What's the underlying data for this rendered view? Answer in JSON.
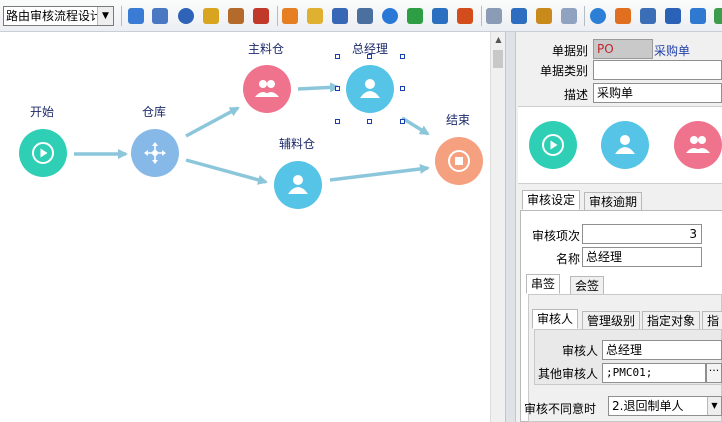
{
  "toolbar": {
    "flow_select_value": "路由审核流程设计",
    "icons": [
      {
        "name": "node-icon",
        "color": "#3a7bd5"
      },
      {
        "name": "cut-icon",
        "color": "#4a78c2"
      },
      {
        "name": "phone-icon",
        "color": "#2e63b8"
      },
      {
        "name": "lock-icon",
        "color": "#d9a520"
      },
      {
        "name": "briefcase-icon",
        "color": "#b36a2a"
      },
      {
        "name": "hat-icon",
        "color": "#c0392b"
      },
      {
        "name": "users-icon",
        "color": "#e67e22"
      },
      {
        "name": "mail-icon",
        "color": "#e0b030"
      },
      {
        "name": "book-icon",
        "color": "#3867b5"
      },
      {
        "name": "key-icon",
        "color": "#4b6f9e"
      },
      {
        "name": "help-icon",
        "color": "#2a78d6"
      },
      {
        "name": "dollar-icon",
        "color": "#2e9e44"
      },
      {
        "name": "cart-icon",
        "color": "#2a6fc0"
      },
      {
        "name": "money-icon",
        "color": "#d24d1b"
      },
      {
        "name": "copy-icon",
        "color": "#8a9bb6"
      },
      {
        "name": "calculator-icon",
        "color": "#2e6ec0"
      },
      {
        "name": "drawer-icon",
        "color": "#c98a1c"
      },
      {
        "name": "documents-icon",
        "color": "#8fa3c0"
      },
      {
        "name": "check-icon",
        "color": "#2d7fd6"
      },
      {
        "name": "bell-icon",
        "color": "#e07020"
      },
      {
        "name": "search-doc-icon",
        "color": "#3a6fb8"
      },
      {
        "name": "tree-icon",
        "color": "#2a62b8"
      },
      {
        "name": "monitor-icon",
        "color": "#2f7ad0"
      },
      {
        "name": "globe-icon",
        "color": "#3b9c4c"
      }
    ]
  },
  "flow": {
    "nodes": {
      "start": {
        "label": "开始",
        "color": "#2fcfb6",
        "icon": "play-icon"
      },
      "warehouse": {
        "label": "仓库",
        "color": "#86b9e8",
        "icon": "route-icon"
      },
      "main_warehouse": {
        "label": "主料仓",
        "color": "#f0738e",
        "icon": "group-icon"
      },
      "aux_warehouse": {
        "label": "辅料仓",
        "color": "#56c4e6",
        "icon": "user-icon"
      },
      "general_manager": {
        "label": "总经理",
        "color": "#56c4e6",
        "icon": "user-icon"
      },
      "end": {
        "label": "结束",
        "color": "#f5a07f",
        "icon": "stop-icon"
      }
    },
    "arrow_color": "#8cc6da"
  },
  "panel": {
    "doc_type_label": "单据别",
    "doc_type_code": "PO",
    "doc_type_name": "采购单",
    "doc_category_label": "单据类别",
    "doc_category_value": "",
    "description_label": "描述",
    "description_value": "采购单",
    "tabs_top": [
      "审核设定",
      "审核逾期"
    ],
    "audit_seq_label": "审核项次",
    "audit_seq_value": "3",
    "name_label": "名称",
    "name_value": "总经理",
    "tabs_mode": [
      "串签",
      "会签"
    ],
    "tabs_inner": [
      "审核人",
      "管理级别",
      "指定对象",
      "指"
    ],
    "approver_label": "审核人",
    "approver_value": "总经理",
    "other_approver_label": "其他审核人",
    "other_approver_value": ";PMC01;",
    "reject_label": "审核不同意时",
    "reject_value": "2.退回制单人"
  }
}
